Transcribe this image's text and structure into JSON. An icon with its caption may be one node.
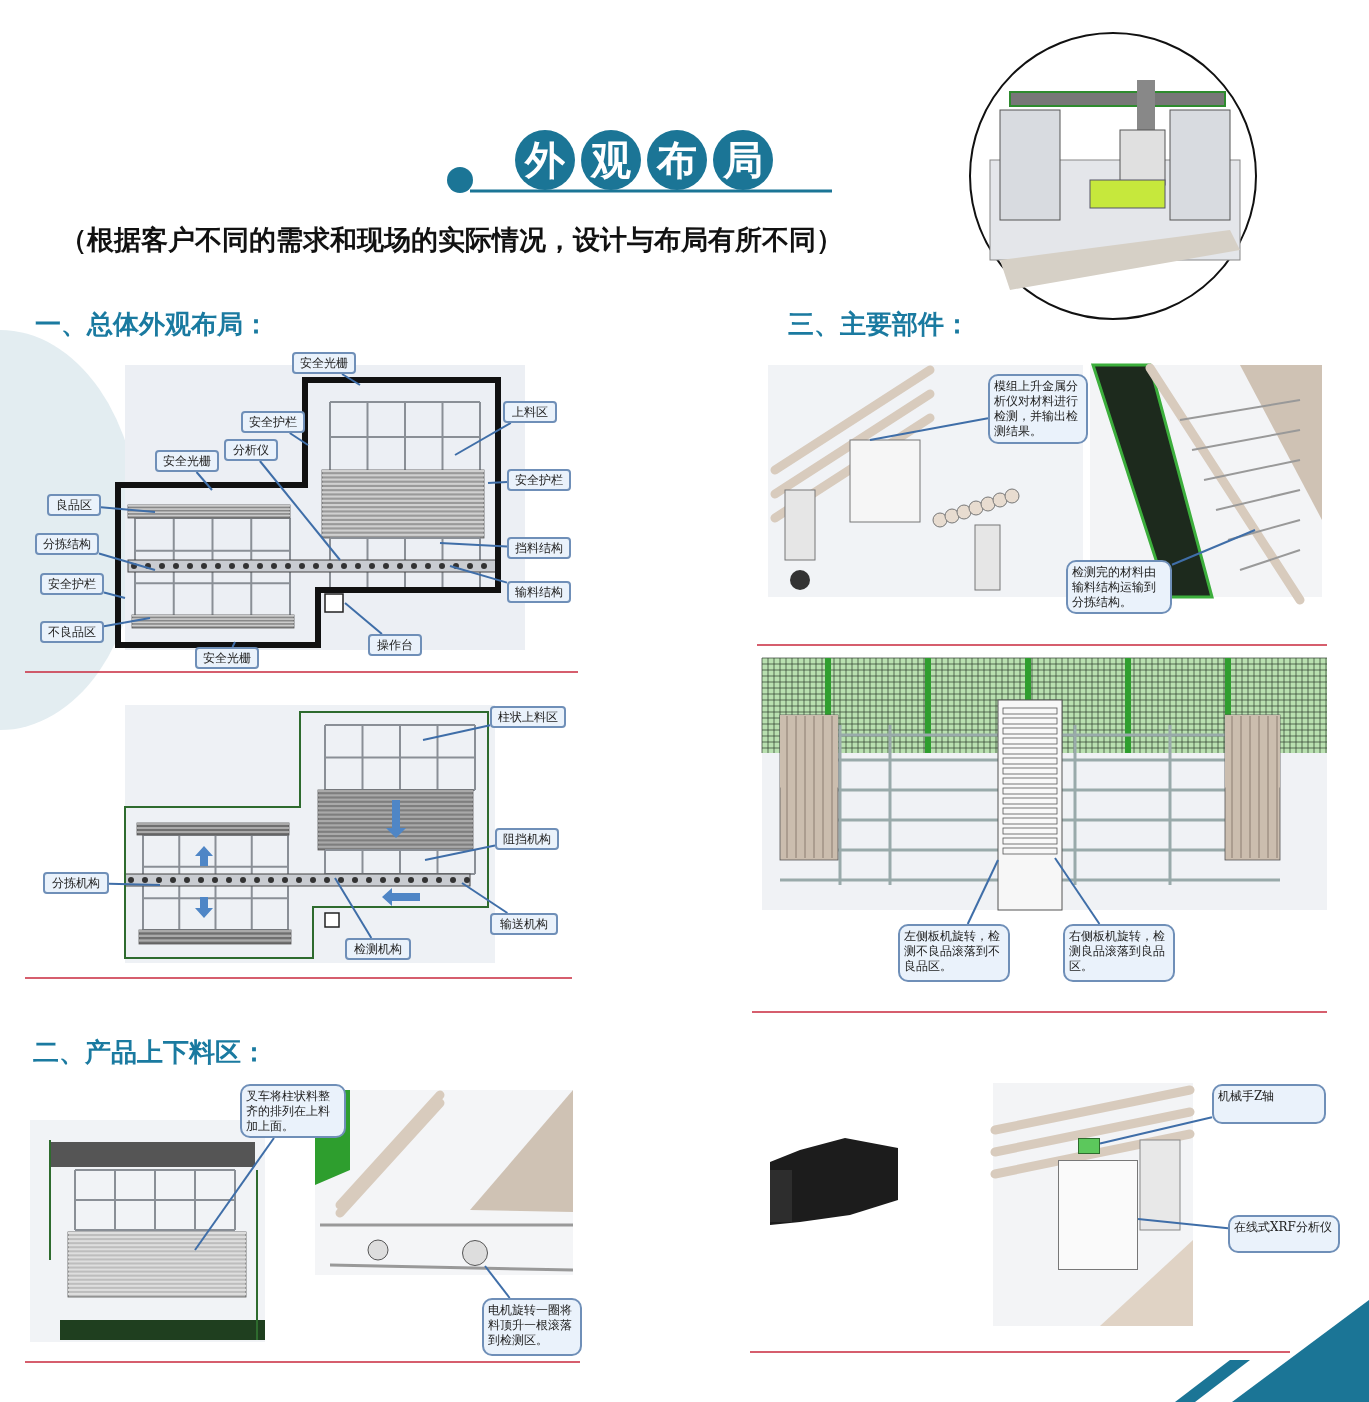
{
  "diagram": {
    "title": "外观布局",
    "nodes": [
      {
        "text": [
          "安全光栅"
        ]
      },
      {
        "text": [
          "安全护栏"
        ]
      },
      {
        "text": [
          "分析仪"
        ]
      },
      {
        "text": [
          "上料区"
        ]
      },
      {
        "text": [
          "安全光栅"
        ]
      },
      {
        "text": [
          "良品区"
        ]
      },
      {
        "text": [
          "安全护栏"
        ]
      },
      {
        "text": [
          "分拣结构"
        ]
      },
      {
        "text": [
          "挡料结构"
        ]
      },
      {
        "text": [
          "安全护栏"
        ]
      },
      {
        "text": [
          "输料结构"
        ]
      },
      {
        "text": [
          "不良品区"
        ]
      },
      {
        "text": [
          "操作台"
        ]
      },
      {
        "text": [
          "安全光栅"
        ]
      },
      {
        "text": [
          "柱状上料区"
        ]
      },
      {
        "text": [
          "阻挡机构"
        ]
      },
      {
        "text": [
          "分拣机构"
        ]
      },
      {
        "text": [
          "输送机构"
        ]
      },
      {
        "text": [
          "检测机构"
        ]
      },
      {
        "text": [
          "模组上升金属分析仪对材料进行检测，并输出检测结果。"
        ]
      },
      {
        "text": [
          "检测完的材料由输料结构运输到分拣结构。"
        ]
      },
      {
        "text": [
          "左侧板机旋转，检测不良品滚落到不良品区。"
        ]
      },
      {
        "text": [
          "右侧板机旋转，检测良品滚落到良品区。"
        ]
      },
      {
        "text": [
          "叉车将柱状料整齐的排列在上料加上面。"
        ]
      },
      {
        "text": [
          "电机旋转一圈将料顶升一根滚落到检测区。"
        ]
      },
      {
        "text": [
          "机械手Z轴"
        ]
      },
      {
        "text": [
          "在线式XRF分析仪"
        ]
      },
      {
        "text": [],
        "shape": "circle"
      },
      {
        "text": [],
        "shape": "box"
      },
      {
        "text": [],
        "shape": "bar"
      }
    ],
    "edges": [
      {
        "from": 0,
        "to": null,
        "arrow": "none"
      },
      {
        "from": 1,
        "to": null,
        "arrow": "none"
      },
      {
        "from": 2,
        "to": null,
        "arrow": "none"
      },
      {
        "from": 3,
        "to": null,
        "arrow": "none"
      },
      {
        "from": 4,
        "to": null,
        "arrow": "none"
      },
      {
        "from": 5,
        "to": null,
        "arrow": "none"
      },
      {
        "from": 6,
        "to": null,
        "arrow": "none"
      },
      {
        "from": 7,
        "to": null,
        "arrow": "none"
      },
      {
        "from": 8,
        "to": null,
        "arrow": "none"
      },
      {
        "from": 9,
        "to": null,
        "arrow": "none"
      },
      {
        "from": 10,
        "to": null,
        "arrow": "none"
      },
      {
        "from": 11,
        "to": null,
        "arrow": "none"
      },
      {
        "from": 12,
        "to": null,
        "arrow": "none"
      },
      {
        "from": 13,
        "to": null,
        "arrow": "none"
      },
      {
        "from": 14,
        "to": null,
        "arrow": "none"
      },
      {
        "from": 15,
        "to": null,
        "arrow": "none"
      },
      {
        "from": 16,
        "to": null,
        "arrow": "none"
      },
      {
        "from": 17,
        "to": null,
        "arrow": "none"
      },
      {
        "from": 18,
        "to": null,
        "arrow": "none"
      },
      {
        "from": 19,
        "to": null,
        "arrow": "none"
      },
      {
        "from": 20,
        "to": null,
        "arrow": "none"
      },
      {
        "from": 21,
        "to": null,
        "arrow": "none"
      },
      {
        "from": 22,
        "to": null,
        "arrow": "none"
      },
      {
        "from": 23,
        "to": null,
        "arrow": "none"
      },
      {
        "from": 24,
        "to": 27,
        "arrow": "none"
      },
      {
        "from": 25,
        "to": 29,
        "arrow": "none"
      },
      {
        "from": 26,
        "to": 28,
        "arrow": "none"
      }
    ],
    "labels": [
      "（根据客户不同的需求和现场的实际情况，设计与布局有所不同）",
      "一、总体外观布局：",
      "三、主要部件：",
      "二、产品上下料区："
    ]
  }
}
